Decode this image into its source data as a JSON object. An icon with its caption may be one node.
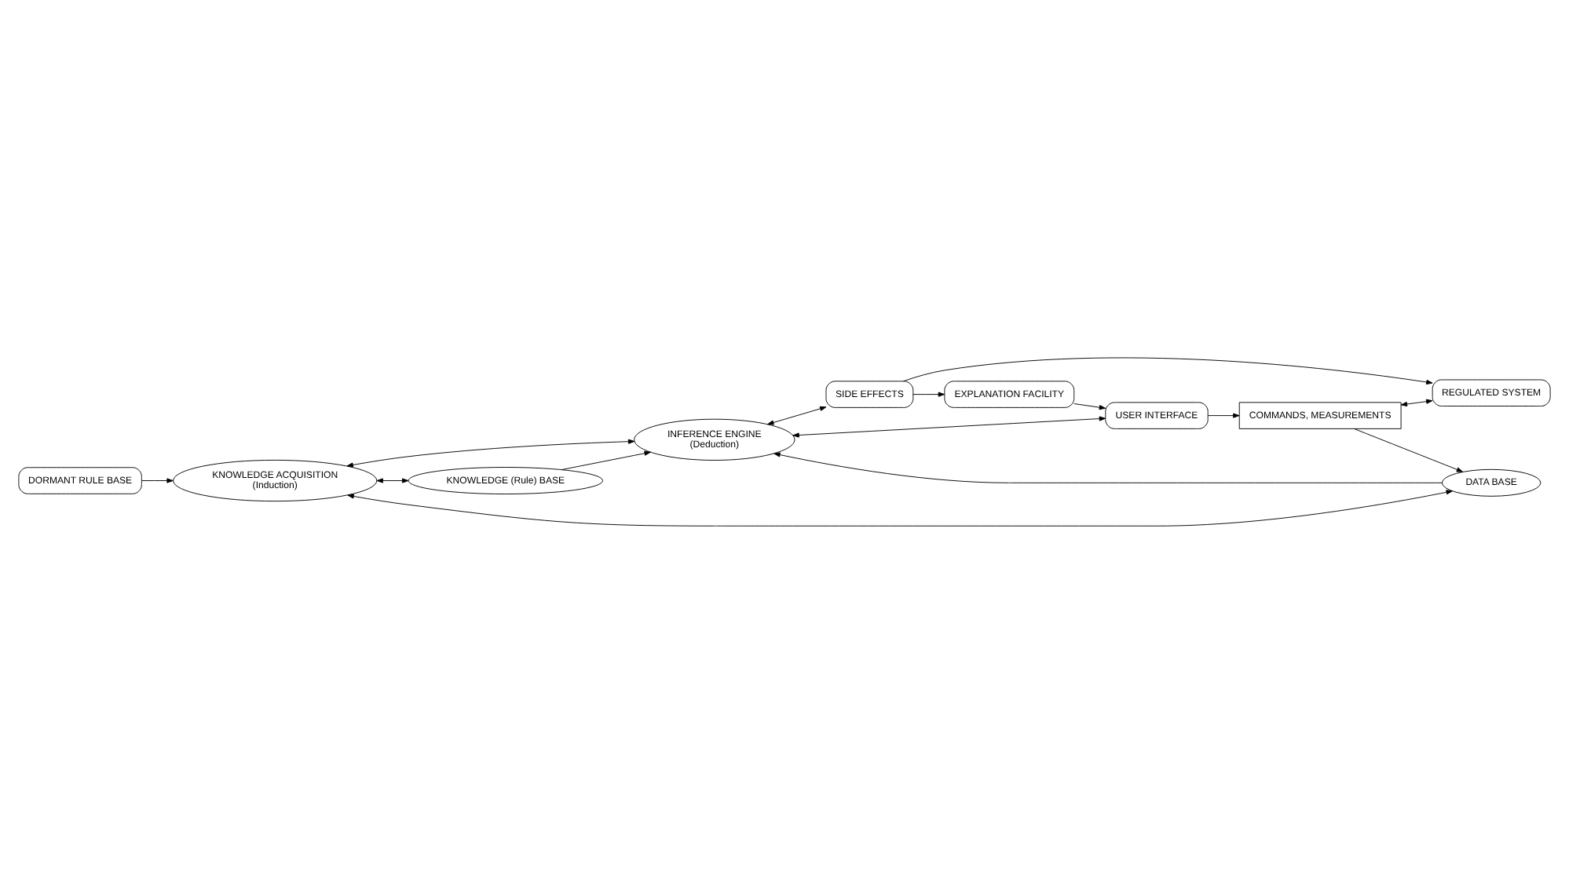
{
  "diagram": {
    "nodes": [
      {
        "text": [
          "DORMANT RULE BASE"
        ]
      },
      {
        "text": [
          "KNOWLEDGE ACQUISITION",
          "(Induction)"
        ]
      },
      {
        "text": [
          "KNOWLEDGE (Rule) BASE"
        ]
      },
      {
        "text": [
          "USER INTERFACE"
        ]
      },
      {
        "text": [
          "COMMANDS, MEASUREMENTS"
        ]
      },
      {
        "text": [
          "DATA BASE"
        ]
      },
      {
        "text": [
          "INFERENCE ENGINE",
          "(Deduction)"
        ]
      },
      {
        "text": [
          "EXPLANATION FACILITY"
        ]
      },
      {
        "text": [
          "SIDE EFFECTS"
        ]
      },
      {
        "text": [
          "REGULATED SYSTEM"
        ]
      }
    ],
    "edges": [
      {
        "from": 0,
        "to": 1,
        "arrow": "to"
      },
      {
        "from": 1,
        "to": 2,
        "arrow": "both"
      },
      {
        "from": 5,
        "to": 1,
        "arrow": "both"
      },
      {
        "from": 1,
        "to": 6,
        "arrow": "both"
      },
      {
        "from": 2,
        "to": 6,
        "arrow": "to"
      },
      {
        "from": 5,
        "to": 6,
        "arrow": "to"
      },
      {
        "from": 4,
        "to": 5,
        "arrow": "to"
      },
      {
        "from": 6,
        "to": 3,
        "arrow": "both"
      },
      {
        "from": 6,
        "to": 8,
        "arrow": "both"
      },
      {
        "from": 8,
        "to": 7,
        "arrow": "to"
      },
      {
        "from": 8,
        "to": 9,
        "arrow": "to"
      },
      {
        "from": 7,
        "to": 3,
        "arrow": "to"
      },
      {
        "from": 3,
        "to": 4,
        "arrow": "to"
      },
      {
        "from": 4,
        "to": 9,
        "arrow": "both"
      }
    ]
  }
}
